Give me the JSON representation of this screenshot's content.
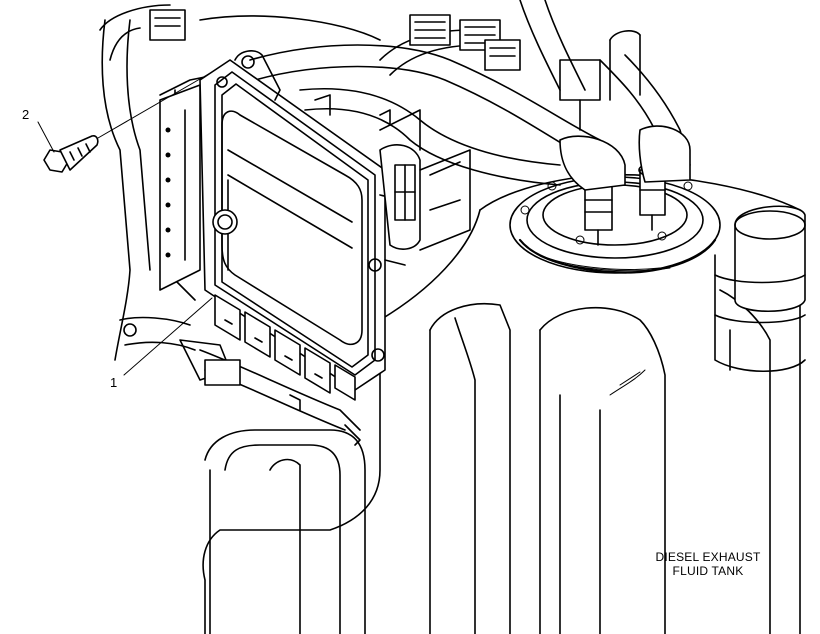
{
  "callouts": {
    "item_1": "1",
    "item_2": "2"
  },
  "labels": {
    "tank_line1": "DIESEL EXHAUST",
    "tank_line2": "FLUID TANK"
  },
  "colors": {
    "line": "#000000",
    "background": "#ffffff"
  }
}
